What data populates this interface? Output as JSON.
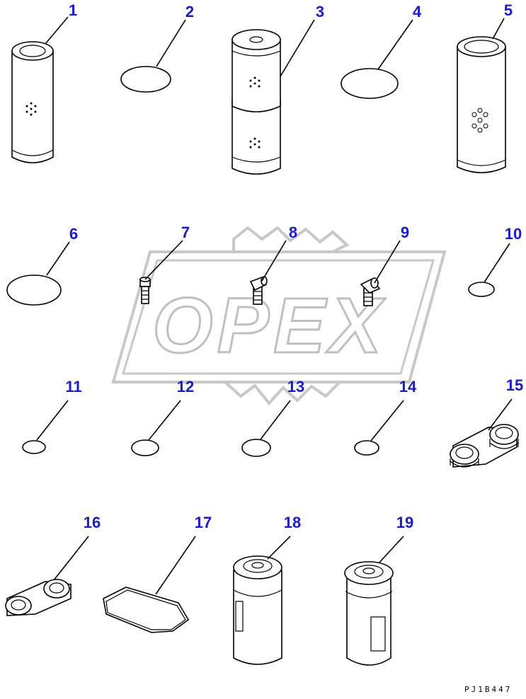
{
  "diagram": {
    "callouts": [
      "1",
      "2",
      "3",
      "4",
      "5",
      "6",
      "7",
      "8",
      "9",
      "10",
      "11",
      "12",
      "13",
      "14",
      "15",
      "16",
      "17",
      "18",
      "19"
    ],
    "watermark": "OPEX",
    "drawing_code": "PJ1B447",
    "colors": {
      "callout": "#1a1ad6",
      "line": "#000000",
      "watermark": "#c8c8c8"
    }
  }
}
